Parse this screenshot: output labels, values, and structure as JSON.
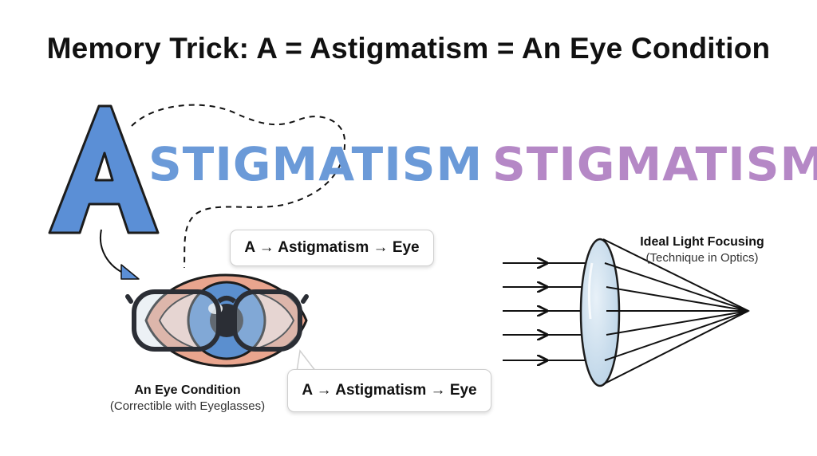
{
  "title": "Memory Trick: A = Astigmatism = An Eye Condition",
  "big_letter": "A",
  "word_left": "STIGMATISM",
  "word_right": "STIGMATISM",
  "callout_top": "A → Astigmatism → Eye",
  "callout_bottom": "A → Astigmatism → Eye",
  "eye_caption": {
    "title": "An Eye Condition",
    "subtitle": "(Correctible with Eyeglasses)"
  },
  "optics_caption": {
    "title": "Ideal Light Focusing",
    "subtitle": "(Technique in Optics)"
  },
  "colors": {
    "letter_blue": "#5b8fd6",
    "word_blue": "#6b9ad8",
    "word_purple": "#b588c6",
    "iris_blue": "#5b8fcf",
    "eye_salmon": "#e9a58e",
    "lens_blue": "#cfe1ef"
  },
  "icons": [
    "eye-icon",
    "eyeglasses-icon",
    "convex-lens-icon",
    "light-ray-arrows",
    "dashed-curve"
  ]
}
